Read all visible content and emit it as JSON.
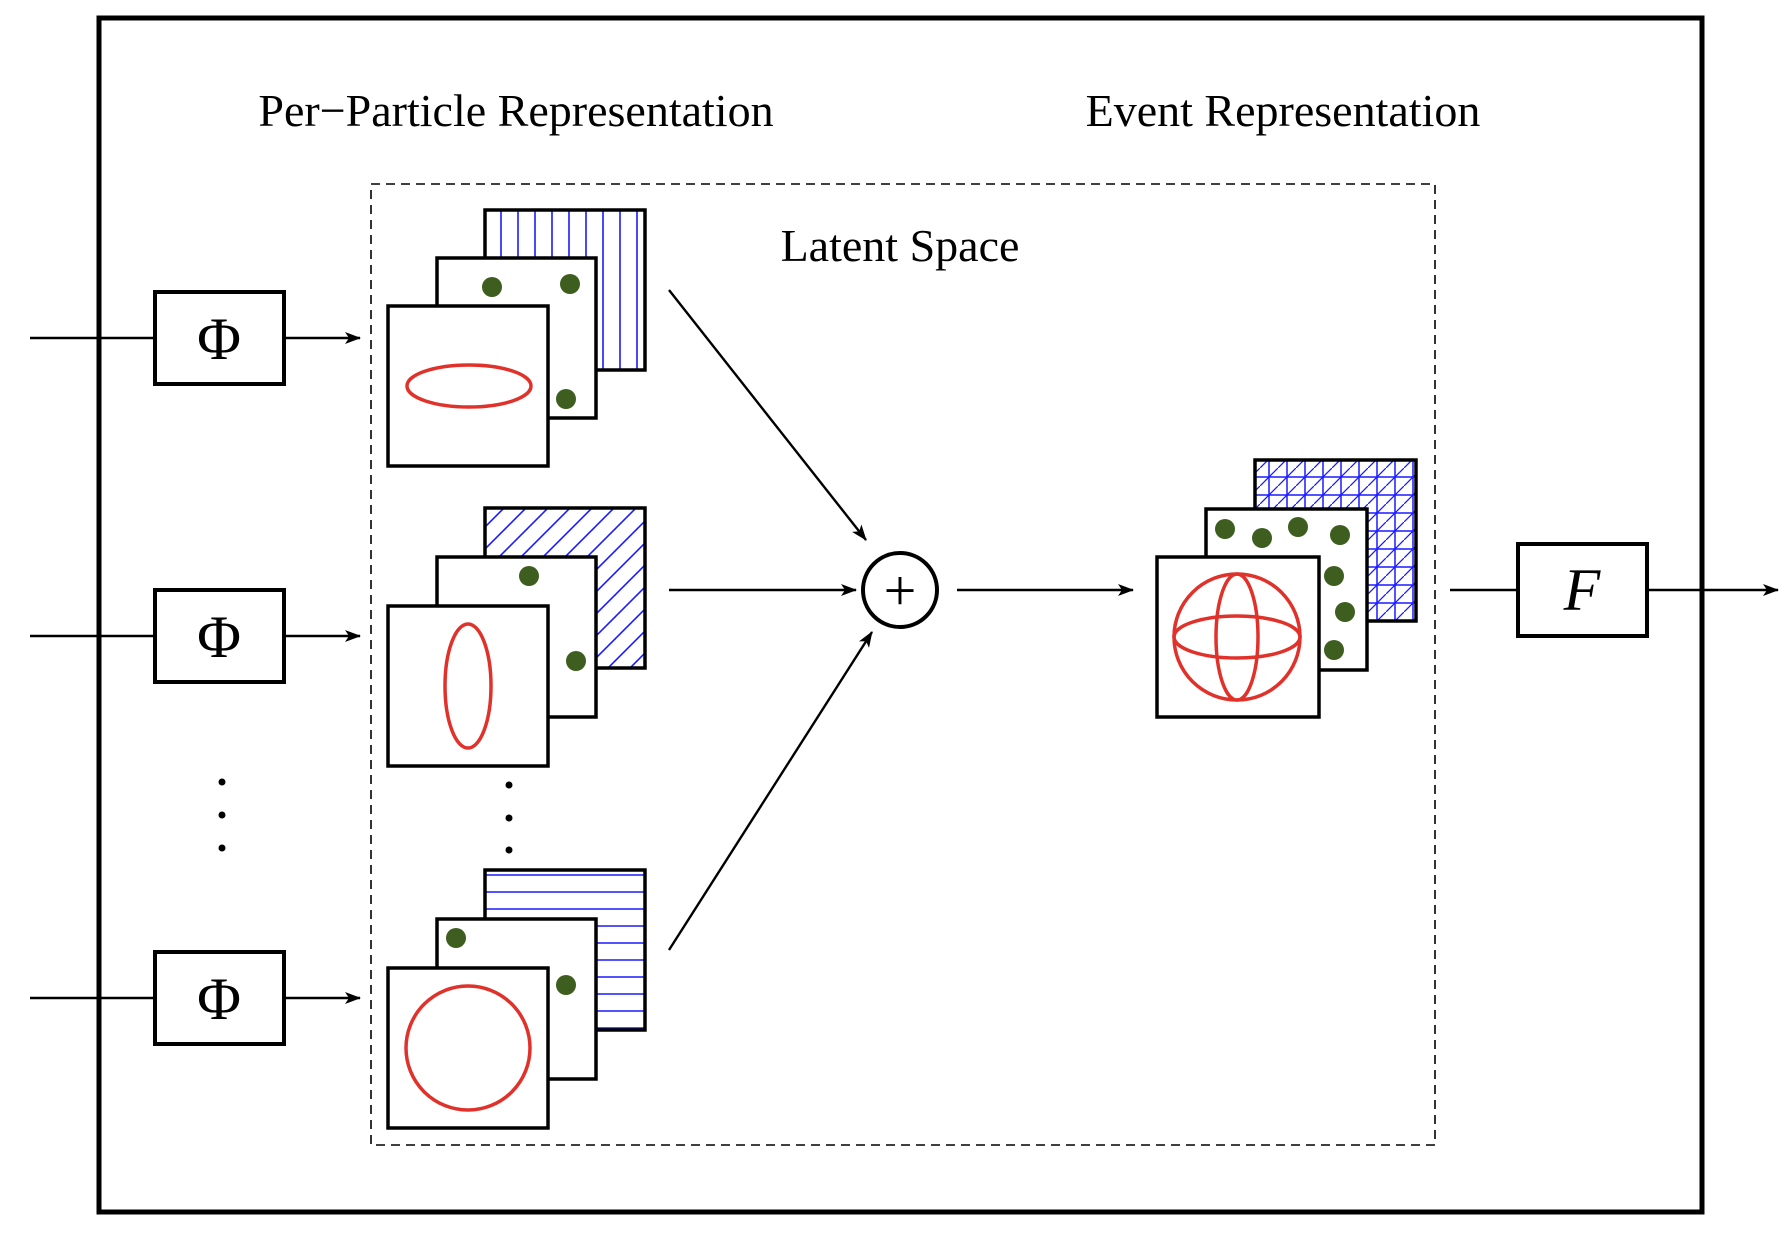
{
  "headers": {
    "per_particle": "Per−Particle Representation",
    "event": "Event Representation",
    "latent_space": "Latent Space"
  },
  "blocks": {
    "phi_symbol": "Φ",
    "f_symbol": "F",
    "sum_symbol": "+"
  },
  "colors": {
    "frame": "#000000",
    "ellipse": "#e0322a",
    "dot": "#3d5e1e",
    "hatch": "#1a1aff"
  },
  "icons": {
    "ellipse_layer": "ellipse-icon",
    "dot_layer": "dot-icon",
    "hatch_layer": "hatch-pattern-icon",
    "sphere": "sphere-icon",
    "sum": "circled-plus-icon"
  }
}
